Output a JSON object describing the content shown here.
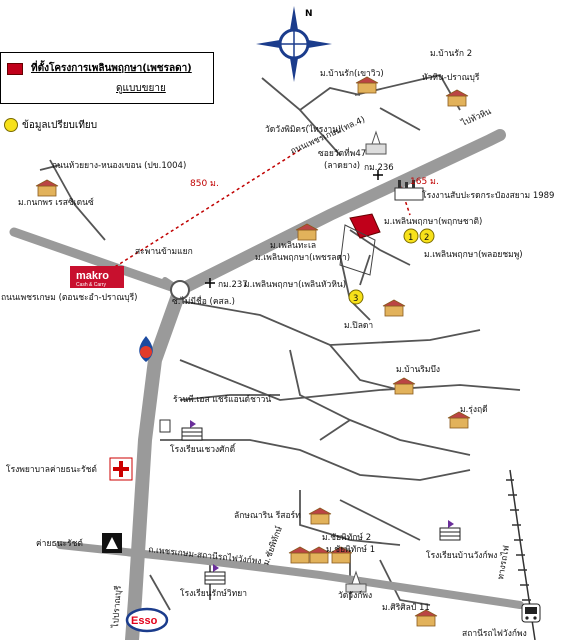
{
  "legend": {
    "project_label": "ที่ตั้งโครงการเพลินพฤกษา(เพชรลดา)",
    "enlarged_label": "ดูแบบขยาย",
    "compare_label": "ข้อมูลเปรียบเทียบ",
    "project_color": "#c0001a",
    "compare_color": "#f7e11a"
  },
  "roads": {
    "petchkasem_main": "ถนนเพชรเกษม(ทล.4)",
    "petchkasem_cha_am": "ถนนเพชรเกษม (ตอนชะอำ-ปราณบุรี)",
    "kor_mor_236": "กม.236",
    "kor_mor_237": "กม.237",
    "to_hua_hin": "ไปหัวหิน",
    "to_pranburi": "ไปปราณบุรี",
    "sai_muang_hua_hin": "ถ.เพชรเกษม-สถานีรถไฟวังก์พง",
    "railway": "ทางรถไฟ",
    "nong_khon": "ถนนห้วยยาง-หนองเขอน (ปข.1004)",
    "soi_wat_47": "ซอยวัดที่พ47",
    "lad_yang": "(ลาดยาง)",
    "kor_mor_237_sub": "ซ.ไม่มีชื่อ (คสล.)",
    "bridge": "สะพานข้ามแยก"
  },
  "distances": {
    "d850": "850 ม.",
    "d165": "165 ม."
  },
  "places": {
    "makro": "makro",
    "makro_sub": "Cash & Carry",
    "wat_thai": "วัดวังพิมิตร(ไทรงาม)",
    "factory": "โรงงานสับปะรดกระป๋องสยาม 1989",
    "ban_rak_khao": "ม.บ้านรัก(เขาวิว)",
    "ban_rak_2": "ม.บ้านรัก 2",
    "ban_rak_2b": "หัวหิน-ปราณบุรี",
    "plern_prueksa": "ม.เพลินพฤกษา(พฤกษชาติ)",
    "plern_thale": "ม.เพลินทะเล",
    "plern_prueksa_phetlada": "ม.เพลินพฤกษา(เพชรลดา)",
    "plern_prueksa_pool": "ม.เพลินพฤกษา(พลอยชมพู)",
    "plern_prueksa_huahin": "ม.เพลินพฤกษา(เพลินหัวหิน)",
    "m_pilada": "ม.ปิลดา",
    "ban_rim_bueng": "ม.บ้านริมบึง",
    "m_rungrudi": "ม.รุ่งฤดี",
    "gaipet": "ม.กนกพร เรสซิเดนซ์",
    "shop": "ร้านพี.เอส แชร์แอนด์ชาวน์",
    "school_1": "โรงเรียนเชวงศักดิ์",
    "hospital": "โรงพยาบาลค่ายธนะรัชต์",
    "camp": "ค่ายธนะรัชต์",
    "school_2": "โรงเรียนรักษ์วิทยา",
    "lakhasarin": "ลักษณาริน รีสอร์ท",
    "m_chaiphithak_2": "ม.ชัยพิทักษ์ 2",
    "m_chaiphithak_1": "ม.ชัยพิทักษ์ 1",
    "m_chaiphithak": "ม.ชัยพิทักษ์",
    "school_3": "โรงเรียนบ้านวังก์พง",
    "wat_wangpong": "วัดวังก์พง",
    "m_sirisinla": "ม.ศิริศิลป์ 11",
    "station": "สถานีรถไฟวังก์พง",
    "esso": "Esso",
    "ptt": "PTT",
    "compare_1": "1",
    "compare_2": "2",
    "compare_3": "3"
  },
  "compass": {
    "n": "N"
  }
}
